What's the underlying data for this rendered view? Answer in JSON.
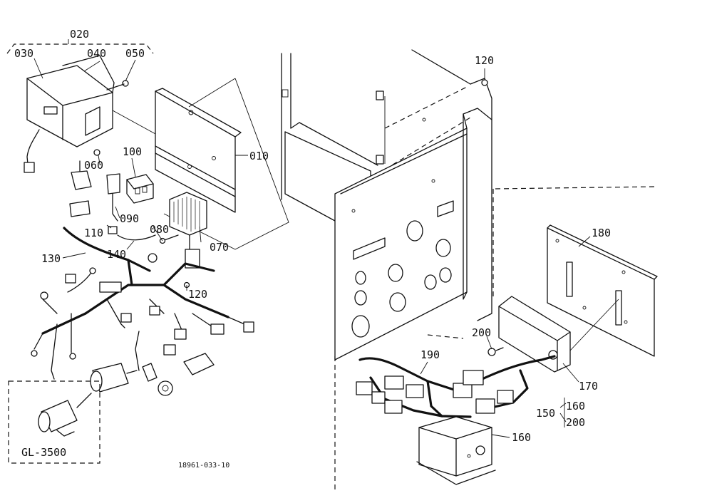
{
  "diagram": {
    "drawing_number": "18961-033-10",
    "variant_label": "GL-3500",
    "callouts": {
      "c020": "020",
      "c030": "030",
      "c040": "040",
      "c050": "050",
      "c010": "010",
      "c100": "100",
      "c060": "060",
      "c090": "090",
      "c110": "110",
      "c080": "080",
      "c070": "070",
      "c130": "130",
      "c140": "140",
      "c120a": "120",
      "c120b": "120",
      "c180": "180",
      "c200a": "200",
      "c190": "190",
      "c170": "170",
      "c150": "150",
      "c160a": "160",
      "c200b": "200",
      "c160b": "160"
    }
  }
}
